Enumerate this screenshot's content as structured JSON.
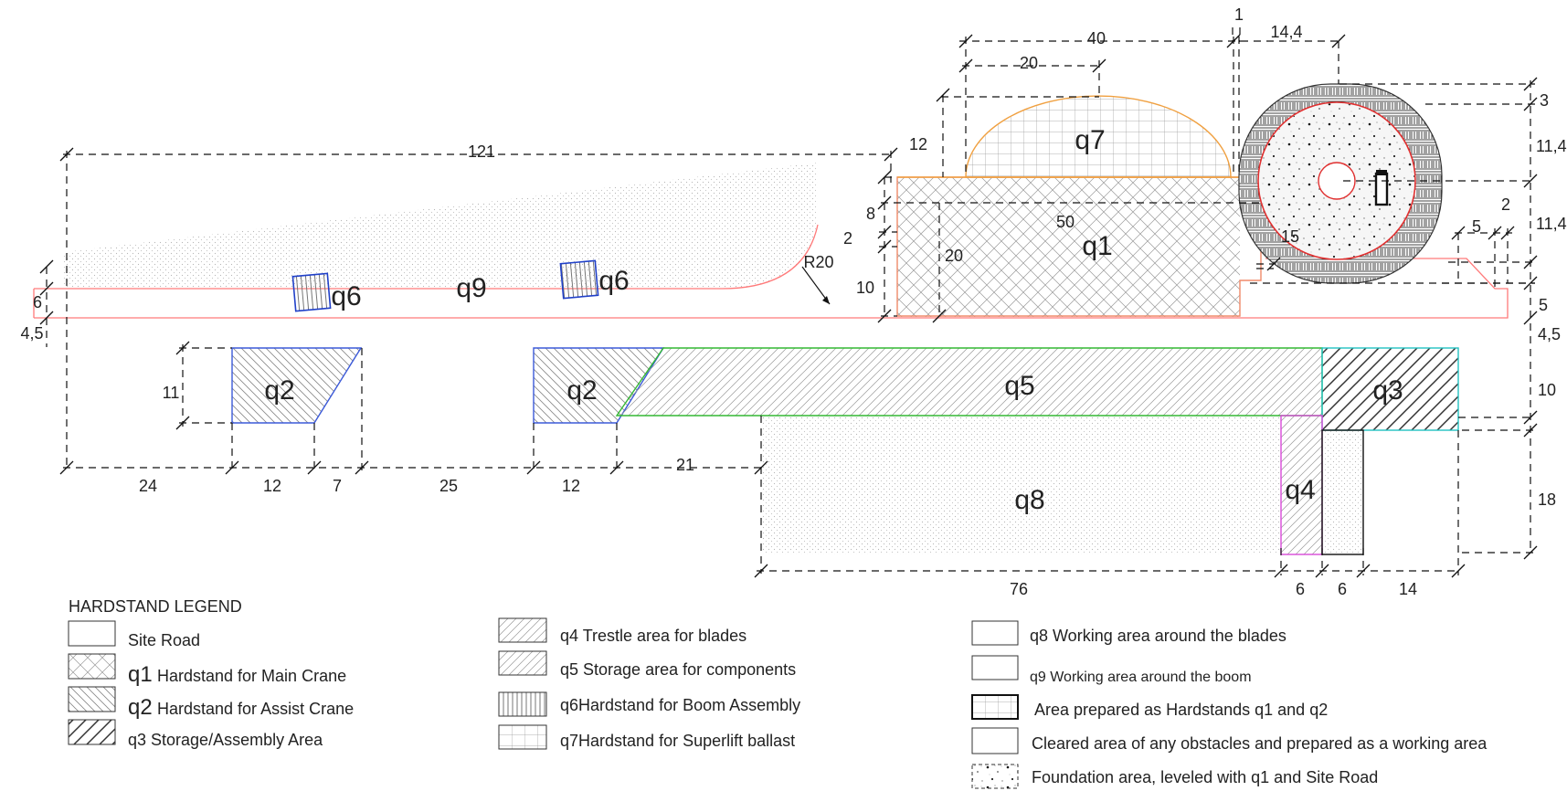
{
  "areas": {
    "q1": "q1",
    "q2_left": "q2",
    "q2_right": "q2",
    "q3": "q3",
    "q4": "q4",
    "q5": "q5",
    "q6_left": "q6",
    "q6_right": "q6",
    "q7": "q7",
    "q8": "q8",
    "q9": "q9"
  },
  "dimensions": {
    "d121": "121",
    "d40": "40",
    "d20_top": "20",
    "d1": "1",
    "d14_4_top": "14,4",
    "d3": "3",
    "d11_4_a": "11,4",
    "d11_4_b": "11,4",
    "d5_small": "5",
    "d2_small": "2",
    "d5_right": "5",
    "d4_5_right": "4,5",
    "d10_right": "10",
    "d18": "18",
    "d12_left": "12",
    "d8": "8",
    "d2_left": "2",
    "d20_mid": "20",
    "d50": "50",
    "d15": "15",
    "d10_mid": "10",
    "r20": "R20",
    "d6_left": "6",
    "d4_5_left": "4,5",
    "d11": "11",
    "b24": "24",
    "b12_a": "12",
    "b7": "7",
    "b25": "25",
    "b12_b": "12",
    "d21": "21",
    "b76": "76",
    "b6_a": "6",
    "b6_b": "6",
    "b14": "14"
  },
  "legend": {
    "title": "HARDSTAND LEGEND",
    "col1": [
      {
        "label": "Site Road"
      },
      {
        "prefix": "q1",
        "label": "Hardstand for Main Crane"
      },
      {
        "prefix": "q2",
        "label": "Hardstand for Assist Crane"
      },
      {
        "label": "q3 Storage/Assembly Area"
      }
    ],
    "col2": [
      {
        "label": "q4 Trestle area for blades"
      },
      {
        "label": "q5 Storage area for components"
      },
      {
        "label": "q6Hardstand for Boom Assembly"
      },
      {
        "label": "q7Hardstand for Superlift ballast"
      }
    ],
    "col3": [
      {
        "label": "q8 Working area around the blades"
      },
      {
        "label": "q9 Working area around the boom"
      },
      {
        "label": "Area prepared as Hardstands q1 and q2"
      },
      {
        "label": "Cleared area of any obstacles and prepared as a working area"
      },
      {
        "label": "Foundation area, leveled with q1 and Site Road"
      }
    ]
  },
  "colors": {
    "road": "#ff7a7a",
    "q1": "#f08a6a",
    "q2": "#3c5ad8",
    "q3": "#22c1c1",
    "q4": "#d84ad8",
    "q5": "#33b833",
    "q6": "#2040c8",
    "q7": "#f0a040",
    "foundation": "#e03030"
  }
}
